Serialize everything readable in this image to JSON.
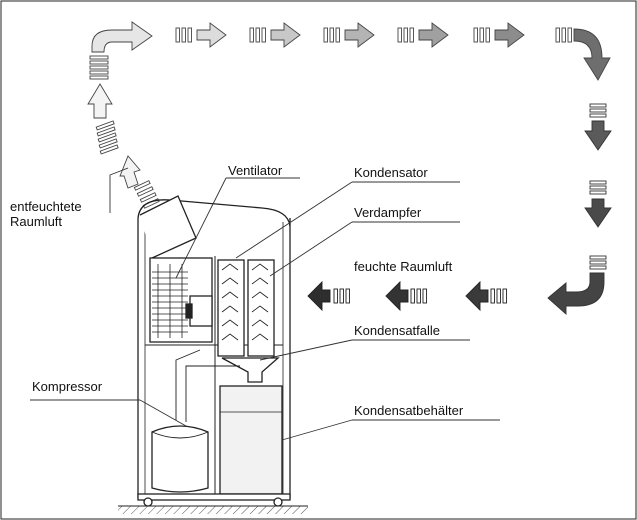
{
  "labels": {
    "ventilator": "Ventilator",
    "kondensator": "Kondensator",
    "verdampfer": "Verdampfer",
    "feuchte_raumluft": "feuchte Raumluft",
    "kondensatfalle": "Kondensatfalle",
    "kondensatbehaelter": "Kondensatbehälter",
    "kompressor": "Kompressor",
    "entfeuchtete_line1": "entfeuchtete",
    "entfeuchtete_line2": "Raumluft"
  },
  "colors": {
    "outline": "#222222",
    "arrow_light": "#e6e6e6",
    "arrow_mid": "#b4b4b4",
    "arrow_dark": "#5a5a5a",
    "arrow_darkest": "#333333",
    "water": "#f2f2f2",
    "label_line": "#333333"
  }
}
